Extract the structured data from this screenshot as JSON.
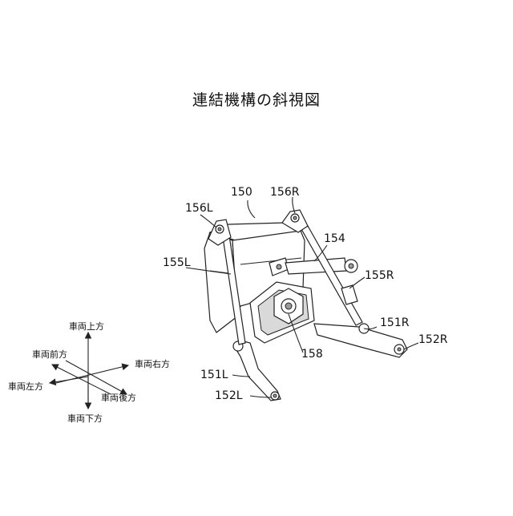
{
  "title": "連結機構の斜視図",
  "labels": {
    "l150": "150",
    "l156L": "156L",
    "l156R": "156R",
    "l154": "154",
    "l155L": "155L",
    "l155R": "155R",
    "l151R": "151R",
    "l152R": "152R",
    "l158": "158",
    "l151L": "151L",
    "l152L": "152L"
  },
  "directions": {
    "up": "車両上方",
    "front": "車両前方",
    "right": "車両右方",
    "left": "車両左方",
    "rear": "車両後方",
    "down": "車両下方"
  }
}
